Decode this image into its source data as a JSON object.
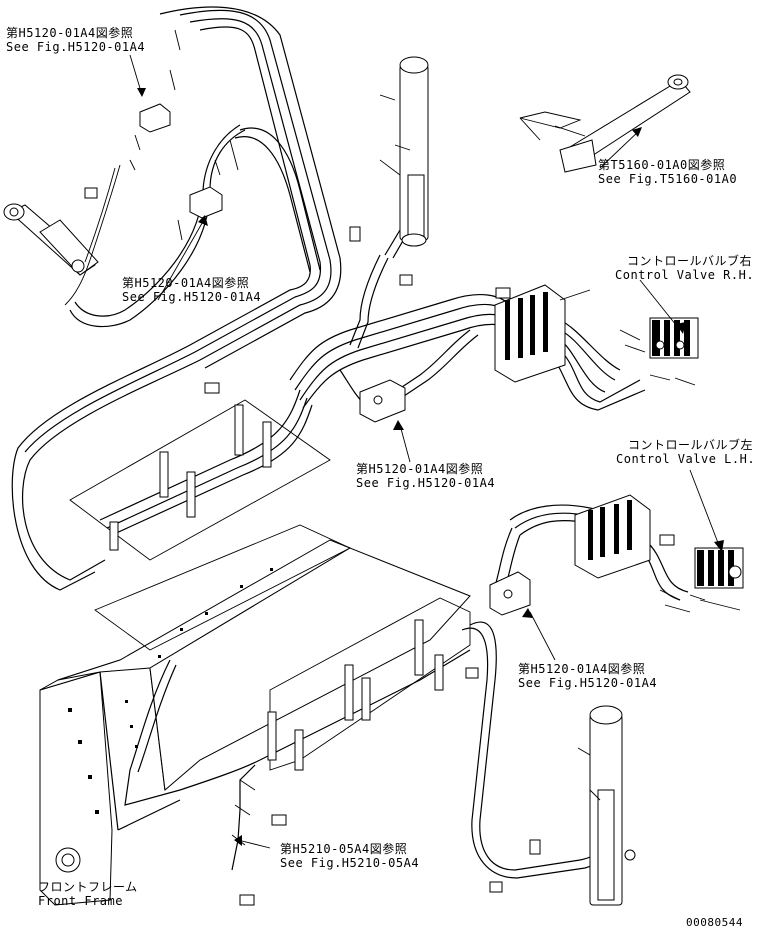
{
  "callouts": {
    "top_left": {
      "jp": "第H5120-01A4図参照",
      "en": "See Fig.H5120-01A4"
    },
    "mid_left": {
      "jp": "第H5120-01A4図参照",
      "en": "See Fig.H5120-01A4"
    },
    "top_right": {
      "jp": "第T5160-01A0図参照",
      "en": "See Fig.T5160-01A0"
    },
    "center": {
      "jp": "第H5120-01A4図参照",
      "en": "See Fig.H5120-01A4"
    },
    "lower_right": {
      "jp": "第H5120-01A4図参照",
      "en": "See Fig.H5120-01A4"
    },
    "bottom": {
      "jp": "第H5210-05A4図参照",
      "en": "See Fig.H5210-05A4"
    }
  },
  "components": {
    "valve_rh": {
      "jp": "コントロールバルブ右",
      "en": "Control Valve R.H."
    },
    "valve_lh": {
      "jp": "コントロールバルブ左",
      "en": "Control Valve L.H."
    },
    "front_frame": {
      "jp": "フロントフレーム",
      "en": "Front Frame"
    }
  },
  "drawing_number": "00080544"
}
